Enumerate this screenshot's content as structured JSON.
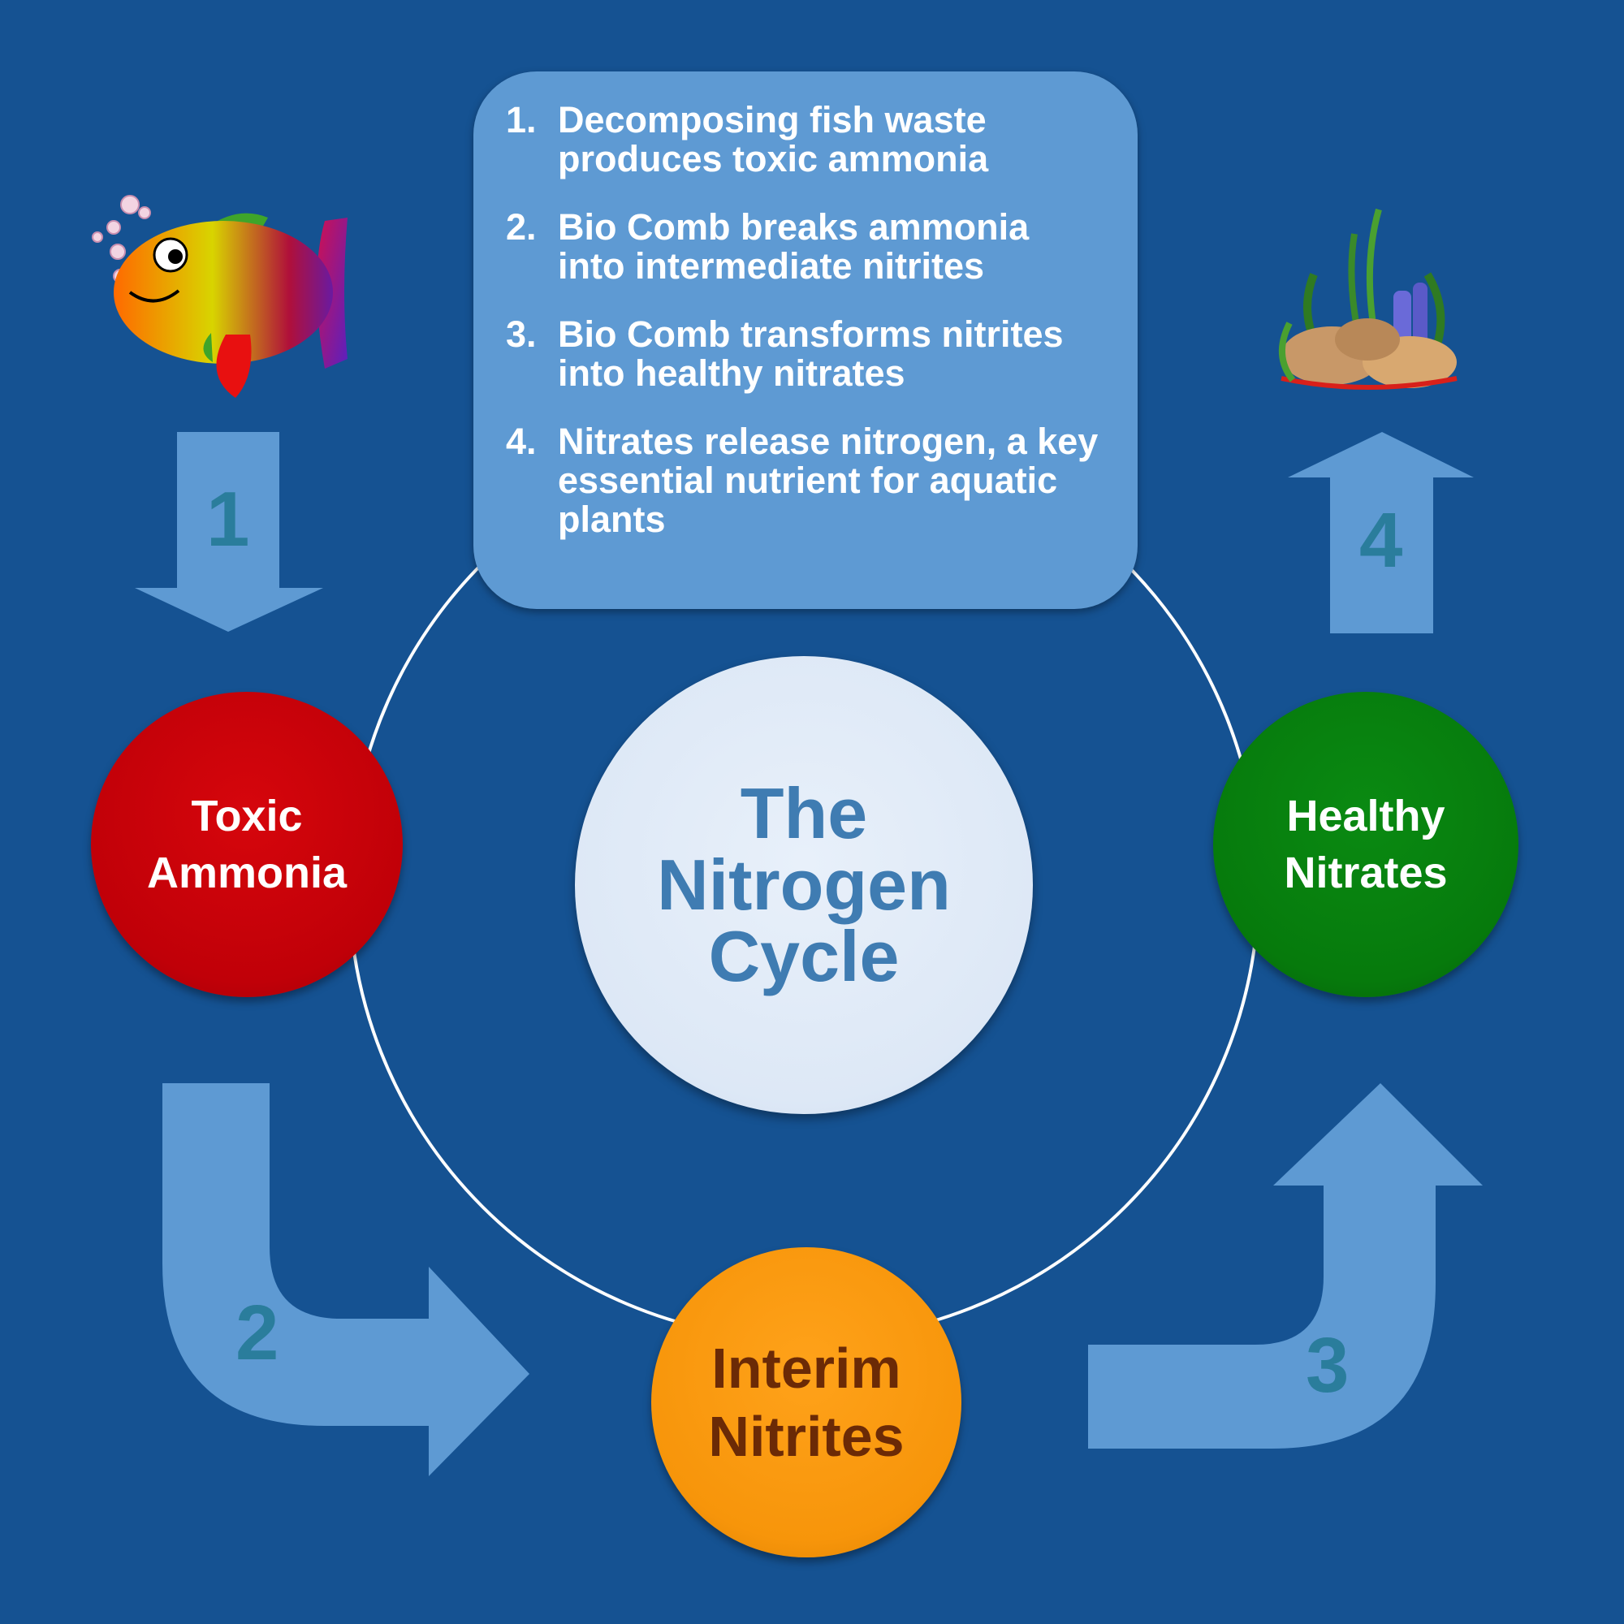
{
  "steps": [
    {
      "number": "1.",
      "text": "Decomposing fish waste produces toxic ammonia"
    },
    {
      "number": "2.",
      "text": "Bio Comb breaks ammonia into intermediate nitrites"
    },
    {
      "number": "3.",
      "text": "Bio Comb transforms nitrites into healthy nitrates"
    },
    {
      "number": "4.",
      "text": "Nitrates release nitrogen, a key essential nutrient for aquatic plants"
    }
  ],
  "center": {
    "line1": "The",
    "line2": "Nitrogen",
    "line3": "Cycle"
  },
  "nodes": {
    "ammonia": {
      "line1": "Toxic",
      "line2": "Ammonia",
      "color": "#c00008"
    },
    "nitrites": {
      "line1": "Interim",
      "line2": "Nitrites",
      "color": "#f7950a"
    },
    "nitrates": {
      "line1": "Healthy",
      "line2": "Nitrates",
      "color": "#067a0c"
    }
  },
  "arrows": {
    "a1": "1",
    "a2": "2",
    "a3": "3",
    "a4": "4"
  },
  "icons": {
    "fish": "fish-icon",
    "plants": "aquatic-plants-icon"
  },
  "colors": {
    "background": "#155292",
    "box": "#5e9ad3",
    "arrow": "#5e9ad3"
  }
}
